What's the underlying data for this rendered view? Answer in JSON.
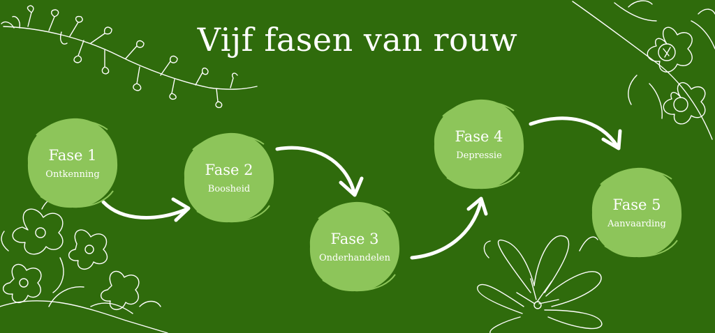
{
  "title": "Vijf fasen van rouw",
  "colors": {
    "background": "#2f6b0c",
    "circle": "#8dc55a",
    "ink": "#ffffff"
  },
  "phases": [
    {
      "label": "Fase 1",
      "name": "Ontkenning"
    },
    {
      "label": "Fase 2",
      "name": "Boosheid"
    },
    {
      "label": "Fase 3",
      "name": "Onderhandelen"
    },
    {
      "label": "Fase 4",
      "name": "Depressie"
    },
    {
      "label": "Fase 5",
      "name": "Aanvaarding"
    }
  ]
}
